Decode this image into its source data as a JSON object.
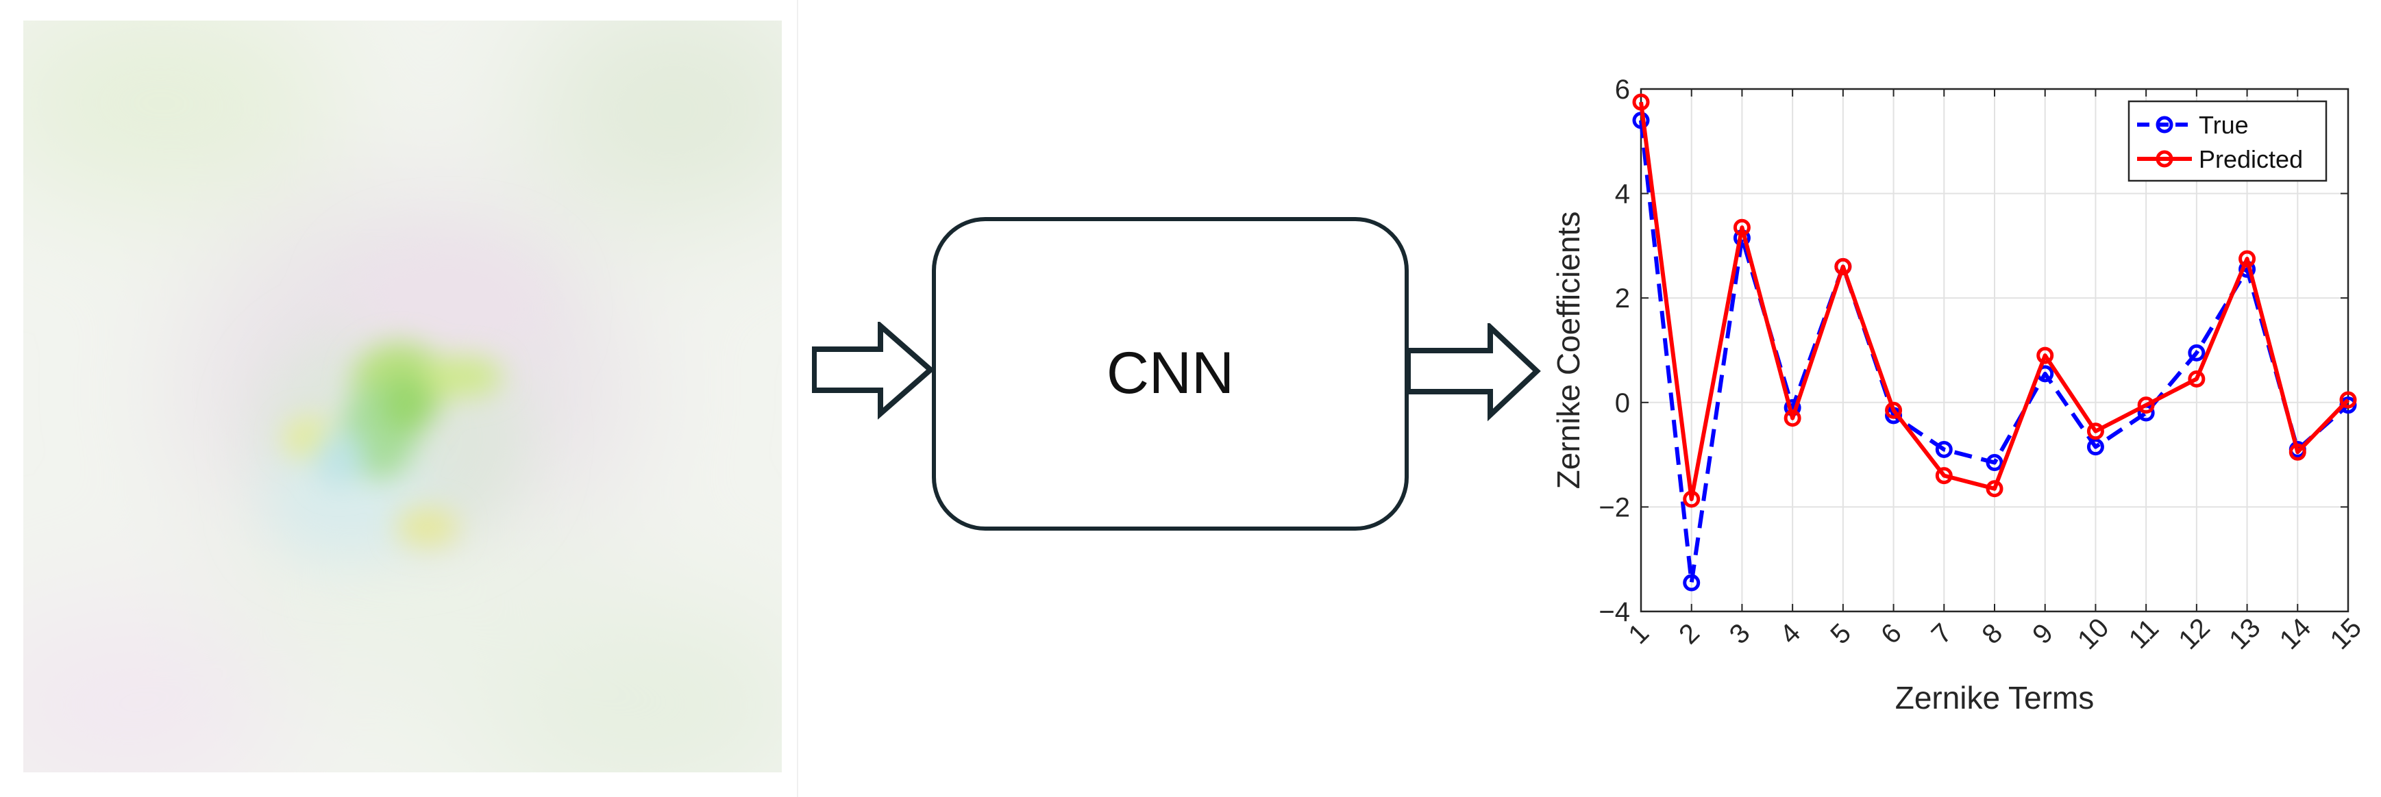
{
  "cnn_box": {
    "label": "CNN"
  },
  "chart_data": {
    "type": "line",
    "xlabel": "Zernike Terms",
    "ylabel": "Zernike Coefficients",
    "x": [
      1,
      2,
      3,
      4,
      5,
      6,
      7,
      8,
      9,
      10,
      11,
      12,
      13,
      14,
      15
    ],
    "xticklabels": [
      "1",
      "2",
      "3",
      "4",
      "5",
      "6",
      "7",
      "8",
      "9",
      "10",
      "11",
      "12",
      "13",
      "14",
      "15"
    ],
    "xlim": [
      1,
      15
    ],
    "ylim": [
      -4,
      6
    ],
    "yticks": [
      -4,
      -2,
      0,
      2,
      4,
      6
    ],
    "yticklabels": [
      "−4",
      "−2",
      "0",
      "2",
      "4",
      "6"
    ],
    "grid": true,
    "legend_position": "top-right",
    "series": [
      {
        "name": "True",
        "color": "#0000ff",
        "linestyle": "dashed",
        "marker": "circle",
        "values": [
          5.4,
          -3.45,
          3.15,
          -0.1,
          2.6,
          -0.25,
          -0.9,
          -1.15,
          0.55,
          -0.85,
          -0.2,
          0.95,
          2.55,
          -0.9,
          -0.05
        ]
      },
      {
        "name": "Predicted",
        "color": "#ff0000",
        "linestyle": "solid",
        "marker": "circle",
        "values": [
          5.75,
          -1.85,
          3.35,
          -0.3,
          2.6,
          -0.15,
          -1.4,
          -1.65,
          0.9,
          -0.55,
          -0.05,
          0.45,
          2.75,
          -0.95,
          0.05
        ]
      }
    ]
  }
}
